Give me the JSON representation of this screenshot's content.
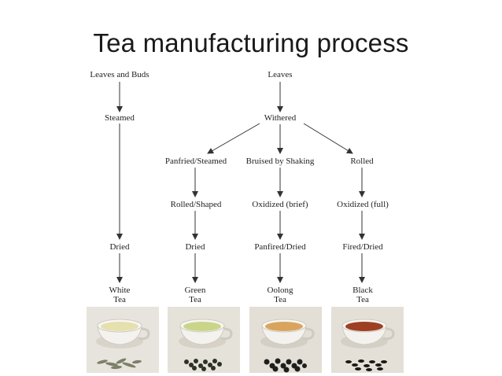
{
  "title": "Tea manufacturing process",
  "colors": {
    "text": "#222222",
    "arrow": "#333333",
    "white_tea": "#e6dfae",
    "green_tea": "#c9d68a",
    "oolong_tea": "#d9a55e",
    "black_tea": "#9e3f24"
  },
  "nodes": {
    "leaves_and_buds": "Leaves and Buds",
    "leaves": "Leaves",
    "steamed": "Steamed",
    "withered": "Withered",
    "panfried_steamed": "Panfried/Steamed",
    "bruised_by_shaking": "Bruised by Shaking",
    "rolled": "Rolled",
    "rolled_shaped": "Rolled/Shaped",
    "oxidized_brief": "Oxidized (brief)",
    "oxidized_full": "Oxidized (full)",
    "dried_white": "Dried",
    "dried_green": "Dried",
    "panfired_dried": "Panfired/Dried",
    "fired_dried": "Fired/Dried"
  },
  "teas": {
    "white": {
      "line1": "White",
      "line2": "Tea"
    },
    "green": {
      "line1": "Green",
      "line2": "Tea"
    },
    "oolong": {
      "line1": "Oolong",
      "line2": "Tea"
    },
    "black": {
      "line1": "Black",
      "line2": "Tea"
    }
  }
}
